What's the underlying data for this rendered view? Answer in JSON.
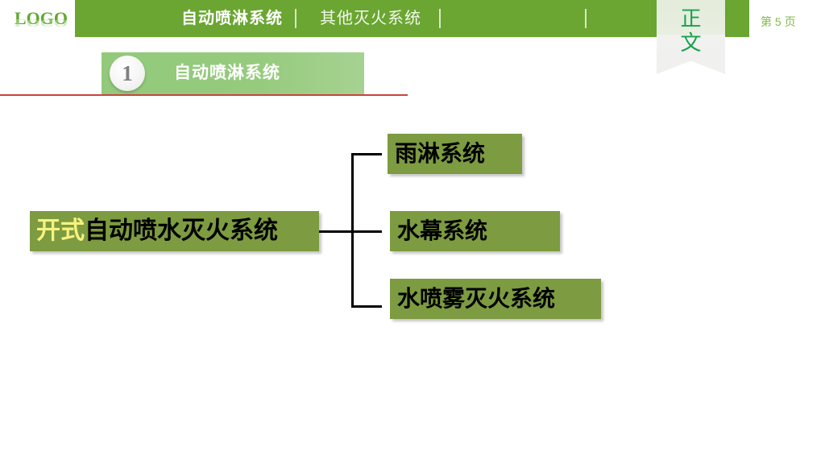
{
  "slide": {
    "background_color": "#ffffff",
    "brand_green": "#6aa631",
    "node_green": "#7d9b40",
    "accent_red": "#c9443f",
    "highlight_yellow": "#f7f27e"
  },
  "logo": {
    "text": "LOGO",
    "reflection_text": "LOGO"
  },
  "nav": {
    "items": [
      {
        "label": "自动喷淋系统",
        "active": true
      },
      {
        "label": "其他灭火系统",
        "active": false
      }
    ]
  },
  "ribbon": {
    "chars": [
      "正",
      "文"
    ],
    "color": "#16a14b"
  },
  "page_indicator": {
    "text": "第 5 页",
    "number": 5
  },
  "section": {
    "number": "1",
    "title": "自动喷淋系统"
  },
  "chart_data": {
    "type": "diagram",
    "layout": "horizontal-tree",
    "title": "开式自动喷水灭火系统",
    "root": {
      "label_highlight": "开式",
      "label_rest": "自动喷水灭火系统",
      "full_label": "开式自动喷水灭火系统"
    },
    "children": [
      {
        "label": "雨淋系统"
      },
      {
        "label": "水幕系统"
      },
      {
        "label": "水喷雾灭火系统"
      }
    ]
  }
}
